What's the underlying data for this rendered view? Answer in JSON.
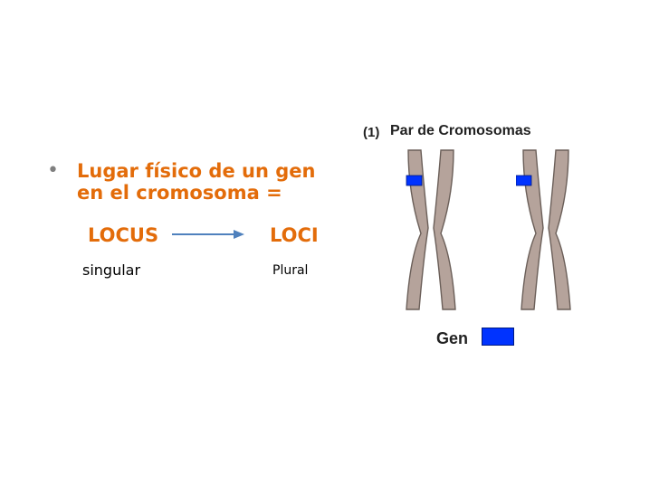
{
  "bullet": {
    "text_line1": "Lugar físico de un gen",
    "text_line2": "en el cromosoma ="
  },
  "terms": {
    "singular": "LOCUS",
    "plural": "LOCI",
    "singular_caption": "singular",
    "plural_caption": "Plural"
  },
  "figure": {
    "number": "(1)",
    "title": "Par de Cromosomas",
    "gene_label": "Gen"
  },
  "colors": {
    "accent": "#e36c0a",
    "chromosome": "#b5a39b",
    "gene": "#0033ff",
    "arrow": "#4f81bd"
  }
}
